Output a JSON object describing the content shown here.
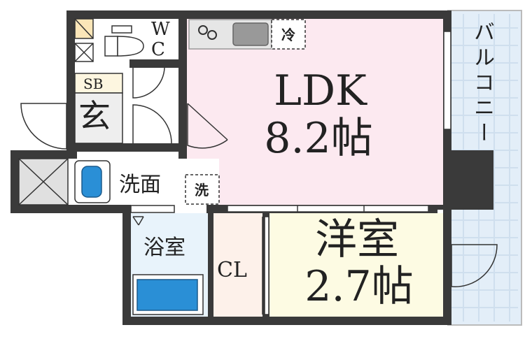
{
  "rooms": {
    "ldk": {
      "name": "LDK",
      "size": "8.2帖",
      "fill": "#fce9f0"
    },
    "western": {
      "name": "洋室",
      "size": "2.7帖",
      "fill": "#fdfbe3"
    },
    "closet": {
      "name": "CL",
      "fill": "#fdf1ea"
    },
    "bath": {
      "name": "浴室",
      "fill": "#e8f3fb"
    },
    "washroom": {
      "name": "洗面"
    },
    "entrance": {
      "name": "玄"
    },
    "shoe_box": {
      "name": "SB"
    },
    "toilet": {
      "name": "W C"
    },
    "balcony": {
      "name": "バルコニー",
      "fill": "#e3eef8"
    }
  },
  "fixtures": {
    "fridge": "冷",
    "washer": "洗"
  },
  "colors": {
    "wall": "#3a3a3a",
    "grid": "#cfdfee",
    "fixture_blue": "#2a8fd6"
  }
}
